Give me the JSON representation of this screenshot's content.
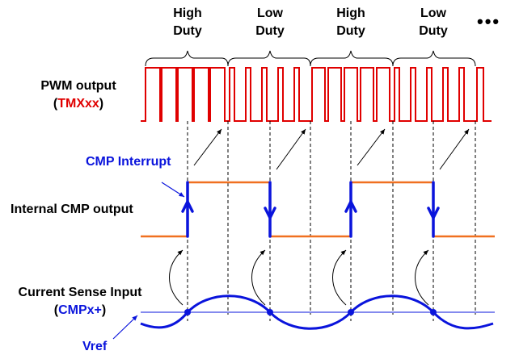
{
  "duty_labels": [
    {
      "line1": "High",
      "line2": "Duty"
    },
    {
      "line1": "Low",
      "line2": "Duty"
    },
    {
      "line1": "High",
      "line2": "Duty"
    },
    {
      "line1": "Low",
      "line2": "Duty"
    }
  ],
  "ellipsis": "•••",
  "pwm": {
    "label": "PWM output",
    "sub_open": "(",
    "sub_name": "TMXxx",
    "sub_close": ")"
  },
  "cmp_interrupt": "CMP Interrupt",
  "internal_cmp": "Internal CMP output",
  "current_sense": {
    "label": "Current Sense Input",
    "sub_open": "(",
    "sub_name": "CMPx+",
    "sub_close": ")"
  },
  "vref": "Vref",
  "colors": {
    "pwm": "#e00000",
    "cmp": "#f07020",
    "blue": "#0a14dc",
    "text": "#000000"
  }
}
